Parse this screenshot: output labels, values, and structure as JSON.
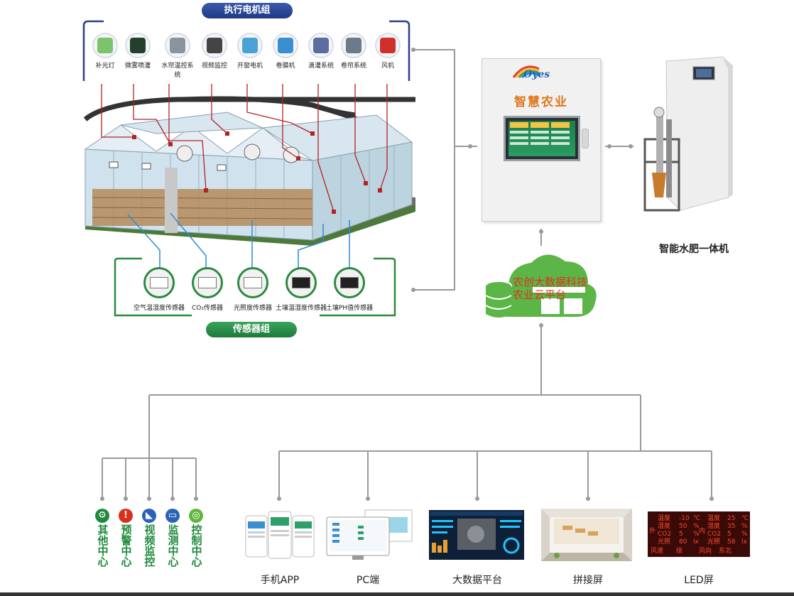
{
  "actuators": {
    "title": "执行电机组",
    "items": [
      {
        "label": "补光灯",
        "icon": "grow-light-icon",
        "color": "#7cc36b"
      },
      {
        "label": "微雾喷灌",
        "icon": "mist-spray-icon",
        "color": "#24402c"
      },
      {
        "label": "水帘温控系统",
        "icon": "water-curtain-icon",
        "color": "#8a949e"
      },
      {
        "label": "视频监控",
        "icon": "dome-camera-icon",
        "color": "#444444"
      },
      {
        "label": "开窗电机",
        "icon": "window-motor-icon",
        "color": "#4aa1d8"
      },
      {
        "label": "卷膜机",
        "icon": "film-roller-icon",
        "color": "#3b8fd0"
      },
      {
        "label": "滴灌系统",
        "icon": "drip-irrigation-icon",
        "color": "#5a6ea0"
      },
      {
        "label": "卷帘系统",
        "icon": "roller-blind-icon",
        "color": "#6b7b88"
      },
      {
        "label": "风机",
        "icon": "fan-icon",
        "color": "#d0302a"
      }
    ]
  },
  "sensors": {
    "title": "传感器组",
    "items": [
      {
        "label": "空气温湿度传感器",
        "icon": "air-sensor-icon"
      },
      {
        "label": "CO₂传感器",
        "icon": "co2-sensor-icon"
      },
      {
        "label": "光照度传感器",
        "icon": "light-sensor-icon"
      },
      {
        "label": "土壤温湿度传感器",
        "icon": "soil-sensor-icon"
      },
      {
        "label": "土壤PH值传感器",
        "icon": "ph-sensor-icon"
      }
    ]
  },
  "cabinet": {
    "logo": "Oyes",
    "title": "智慧农业"
  },
  "fertigation": {
    "label": "智能水肥一体机"
  },
  "cloud": {
    "line1": "农创大数据科技",
    "line2": "农业云平台"
  },
  "centers": [
    {
      "label": "其他中心",
      "icon": "gear-icon",
      "color": "#1e8a3c"
    },
    {
      "label": "预警中心",
      "icon": "alert-icon",
      "color": "#d9301e"
    },
    {
      "label": "视频监控",
      "icon": "camera-icon",
      "color": "#2a62b8"
    },
    {
      "label": "监测中心",
      "icon": "monitor-icon",
      "color": "#2a62b8"
    },
    {
      "label": "控制中心",
      "icon": "ring-icon",
      "color": "#62b640"
    }
  ],
  "terminals": [
    {
      "label": "手机APP",
      "icon": "phones-icon"
    },
    {
      "label": "PC端",
      "icon": "pc-icon"
    },
    {
      "label": "大数据平台",
      "icon": "dashboard-icon"
    },
    {
      "label": "拼接屏",
      "icon": "video-wall-icon"
    },
    {
      "label": "LED屏",
      "icon": "led-display-icon"
    }
  ],
  "led": {
    "rows": [
      [
        "温度",
        "-10",
        "℃",
        "温度",
        "25",
        "℃"
      ],
      [
        "湿度",
        "50",
        "%",
        "湿度",
        "35",
        "%"
      ],
      [
        "CO2",
        "5",
        "%",
        "CO2",
        "5",
        "%"
      ],
      [
        "光照",
        "80",
        "lx",
        "光照",
        "58",
        "lx"
      ]
    ],
    "side_left": "外",
    "side_right": "内",
    "footer_left": "风速",
    "footer_mid": "级",
    "footer_right": "风向",
    "footer_val": "东北"
  }
}
